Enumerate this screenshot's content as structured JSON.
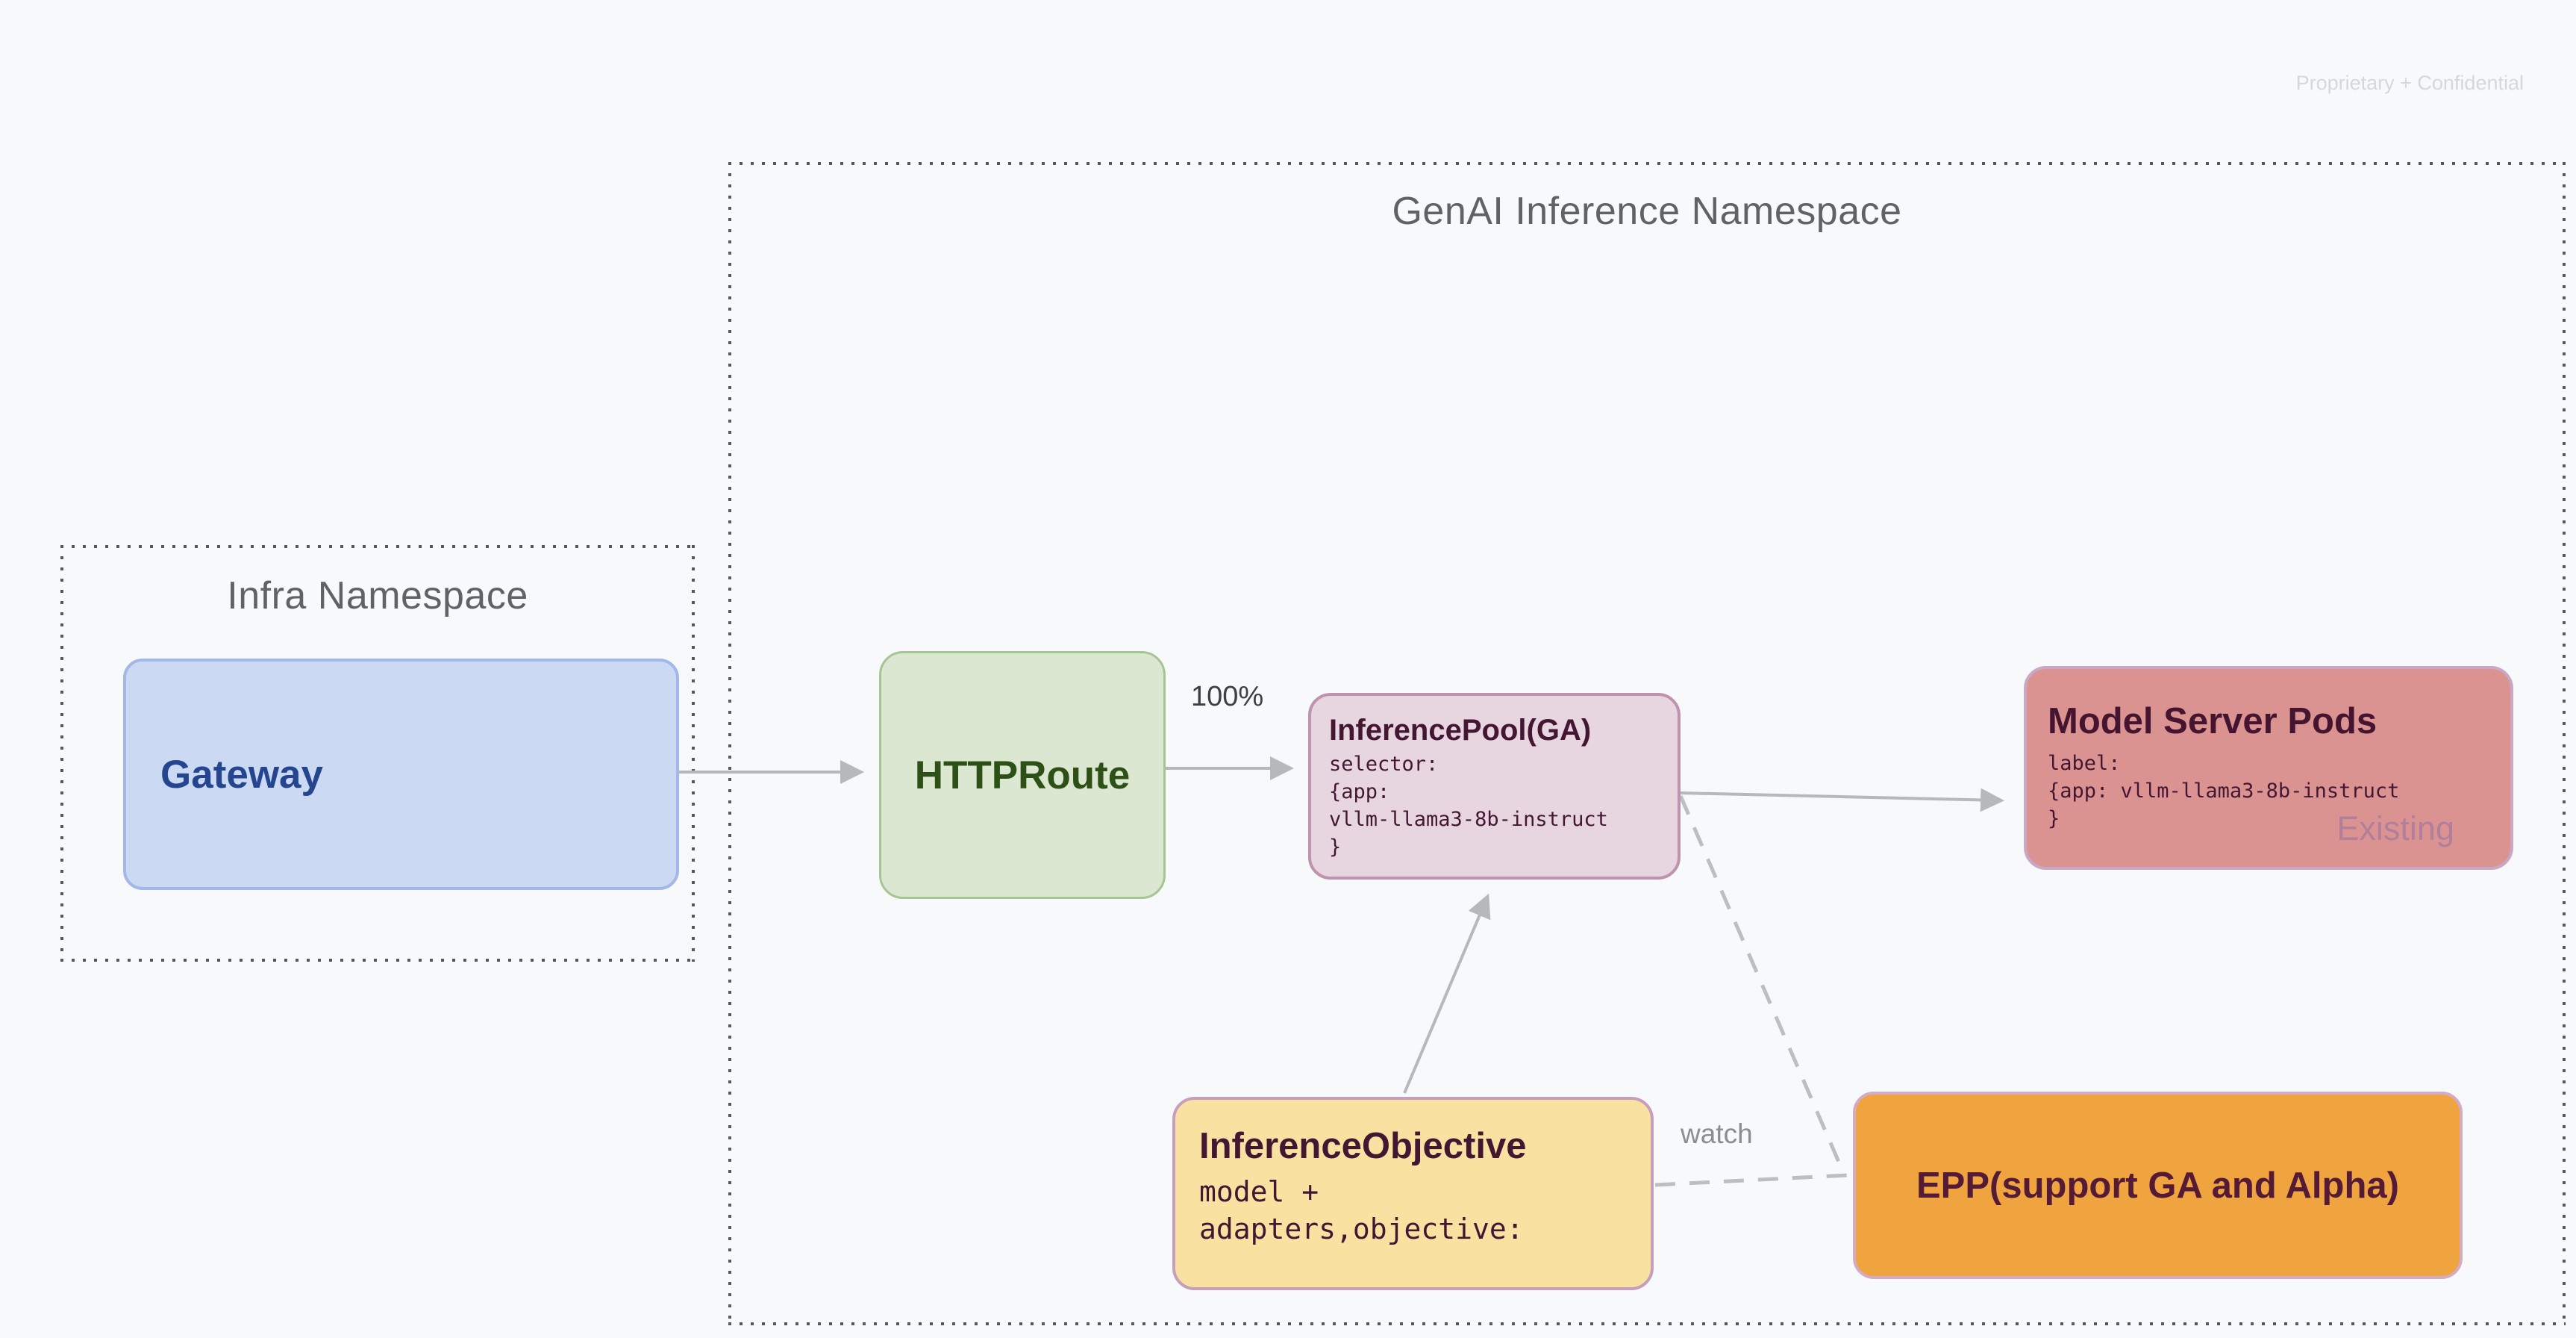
{
  "page": {
    "confidential_note": "Proprietary + Confidential",
    "background_color": "#f8f9fb"
  },
  "genai_namespace": {
    "title": "GenAI Inference Namespace"
  },
  "infra_namespace": {
    "title": "Infra Namespace"
  },
  "nodes": {
    "gateway": {
      "label": "Gateway",
      "fill": "#cbd9f3",
      "border": "#a3b8e8",
      "text_color": "#25468f"
    },
    "httproute": {
      "label": "HTTPRoute",
      "fill": "#dbe7d1",
      "border": "#a6c494",
      "text_color": "#2d5016"
    },
    "inference_pool": {
      "title": "InferencePool(GA)",
      "lines": [
        "selector:",
        "{app:",
        "vllm-llama3-8b-instruct",
        "}"
      ],
      "fill": "#e7d5df",
      "border": "#bf93ad",
      "text_color": "#431732"
    },
    "model_server_pods": {
      "title": "Model Server Pods",
      "lines": [
        "label:",
        "{app: vllm-llama3-8b-instruct",
        "}"
      ],
      "badge": "Existing",
      "fill": "#db9392",
      "border": "#c8a8c4",
      "text_color": "#451530"
    },
    "inference_objective": {
      "title": "InferenceObjective",
      "lines": [
        "model +",
        "adapters,objective:"
      ],
      "fill": "#f9e2a1",
      "border": "#c79fbc",
      "text_color": "#431732"
    },
    "epp": {
      "label": "EPP(support GA and Alpha)",
      "fill": "#efa440",
      "border": "#d2abc7",
      "text_color": "#551a35"
    }
  },
  "edge_labels": {
    "route_weight": "100%",
    "watch": "watch"
  },
  "edge_color": "#b6b8bc"
}
